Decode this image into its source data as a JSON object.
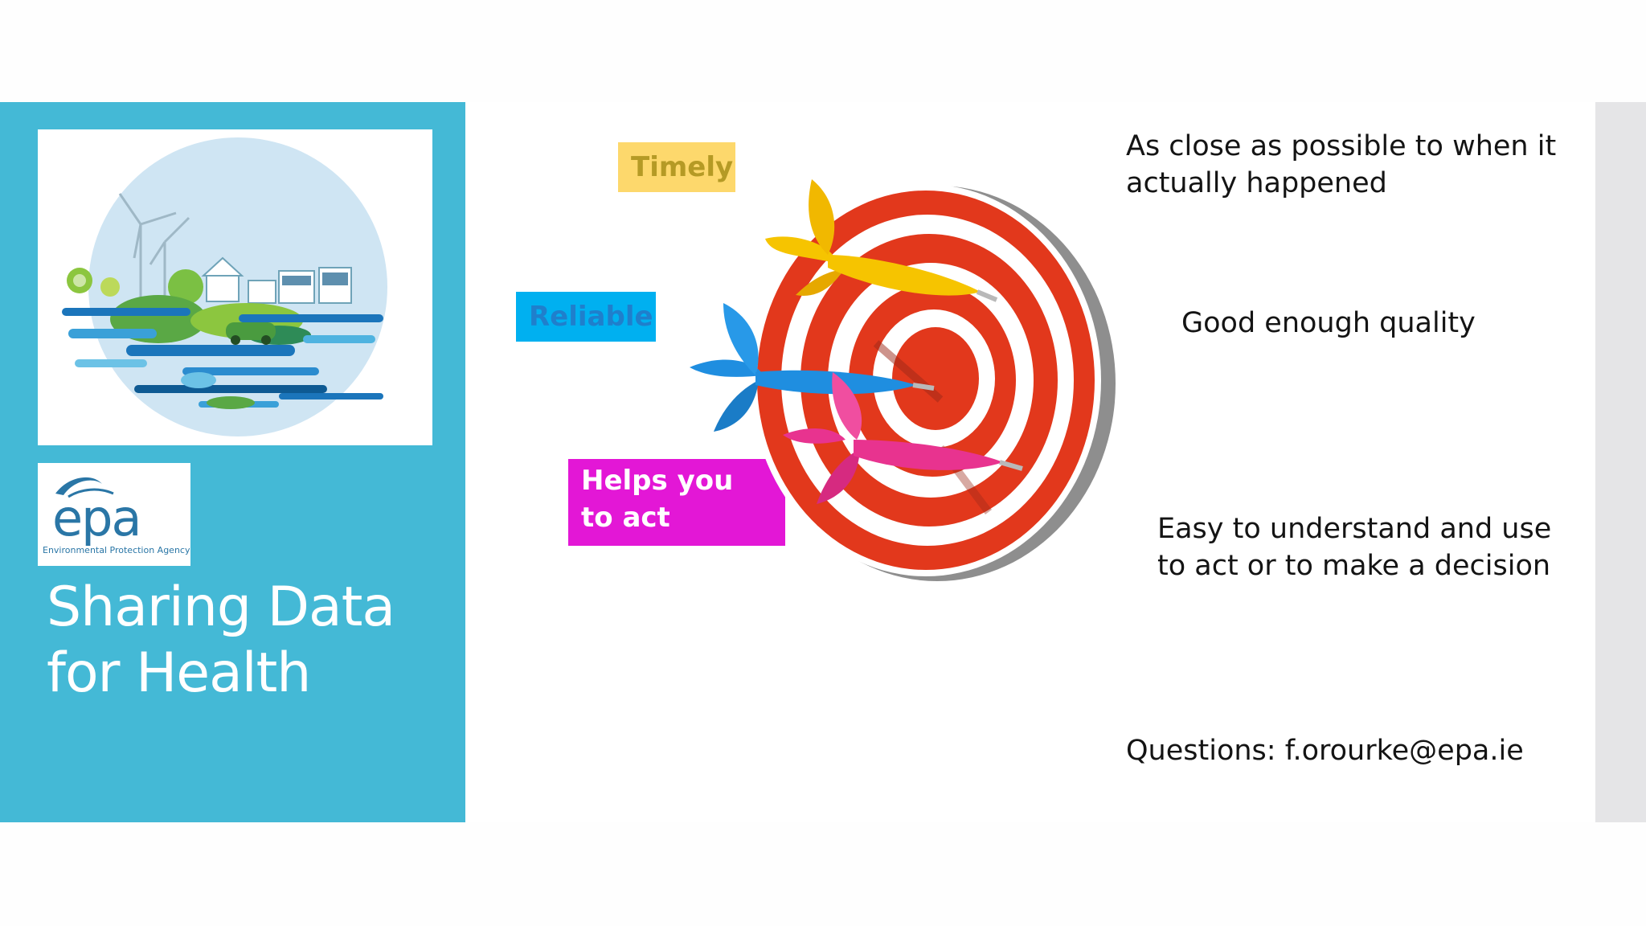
{
  "sidebar": {
    "title": "Sharing Data for Health",
    "title_line1": "Sharing Data",
    "title_line2": "for Health",
    "logo": {
      "text": "epa",
      "subtitle": "Environmental Protection Agency"
    }
  },
  "tags": {
    "timely": "Timely",
    "reliable": "Reliable",
    "helps": "Helps you to act"
  },
  "points": {
    "timely_desc": "As close as possible to when it actually happened",
    "reliable_desc": "Good enough quality",
    "helps_desc": "Easy to understand and use to act or to make a decision"
  },
  "contact": "Questions: f.orourke@epa.ie",
  "colors": {
    "panel": "#44b9d6",
    "timely_tag": "#fdd86c",
    "reliable_tag": "#00b0f0",
    "helps_tag": "#e317d6",
    "target_red": "#e2381c",
    "dart_yellow": "#f6c400",
    "dart_blue": "#1f8ee0",
    "dart_pink": "#e8338f"
  },
  "icons": [
    "sustainable-city-illustration",
    "epa-logo",
    "dartboard-target-icon",
    "dart-icon"
  ]
}
